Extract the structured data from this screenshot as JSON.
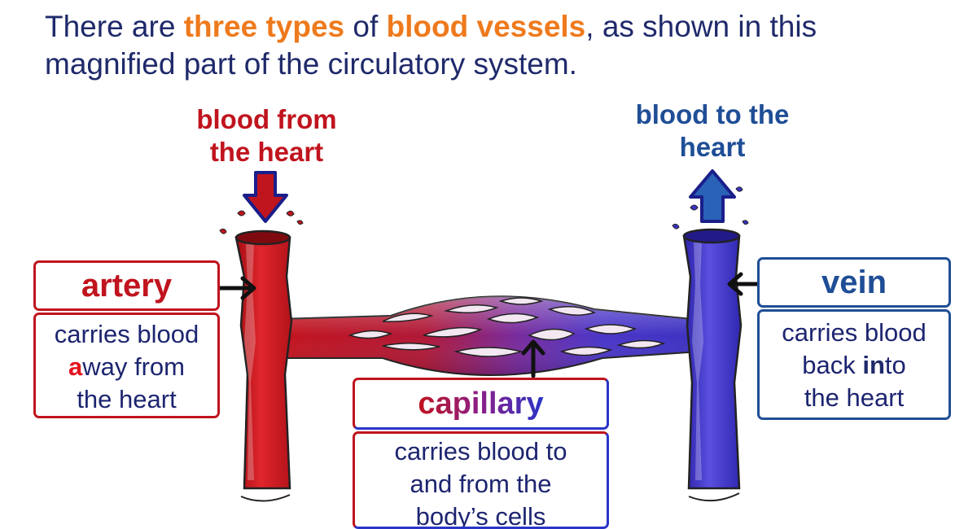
{
  "intro": {
    "part1": "There are ",
    "highlight1": "three types",
    "part2": " of ",
    "highlight2": "blood vessels",
    "part3": ", as shown in this magnified part of the circulatory system."
  },
  "flow": {
    "from_heart": "blood from the heart",
    "to_heart": "blood to the heart"
  },
  "artery": {
    "title": "artery",
    "desc_line1": "carries blood",
    "desc_emph": "a",
    "desc_line2_rest": "way from",
    "desc_line3": "the heart"
  },
  "vein": {
    "title": "vein",
    "desc_line1": "carries blood",
    "desc_line2_pre": "back ",
    "desc_emph": "in",
    "desc_line2_post": "to",
    "desc_line3": "the heart"
  },
  "capillary": {
    "title": "capillary",
    "desc_line1": "carries blood to",
    "desc_line2": "and from the",
    "desc_line3": "body’s cells"
  },
  "colors": {
    "artery": "#c0141e",
    "vein": "#3b33c4",
    "text": "#1f2a6b",
    "highlight": "#ee7a1d"
  }
}
